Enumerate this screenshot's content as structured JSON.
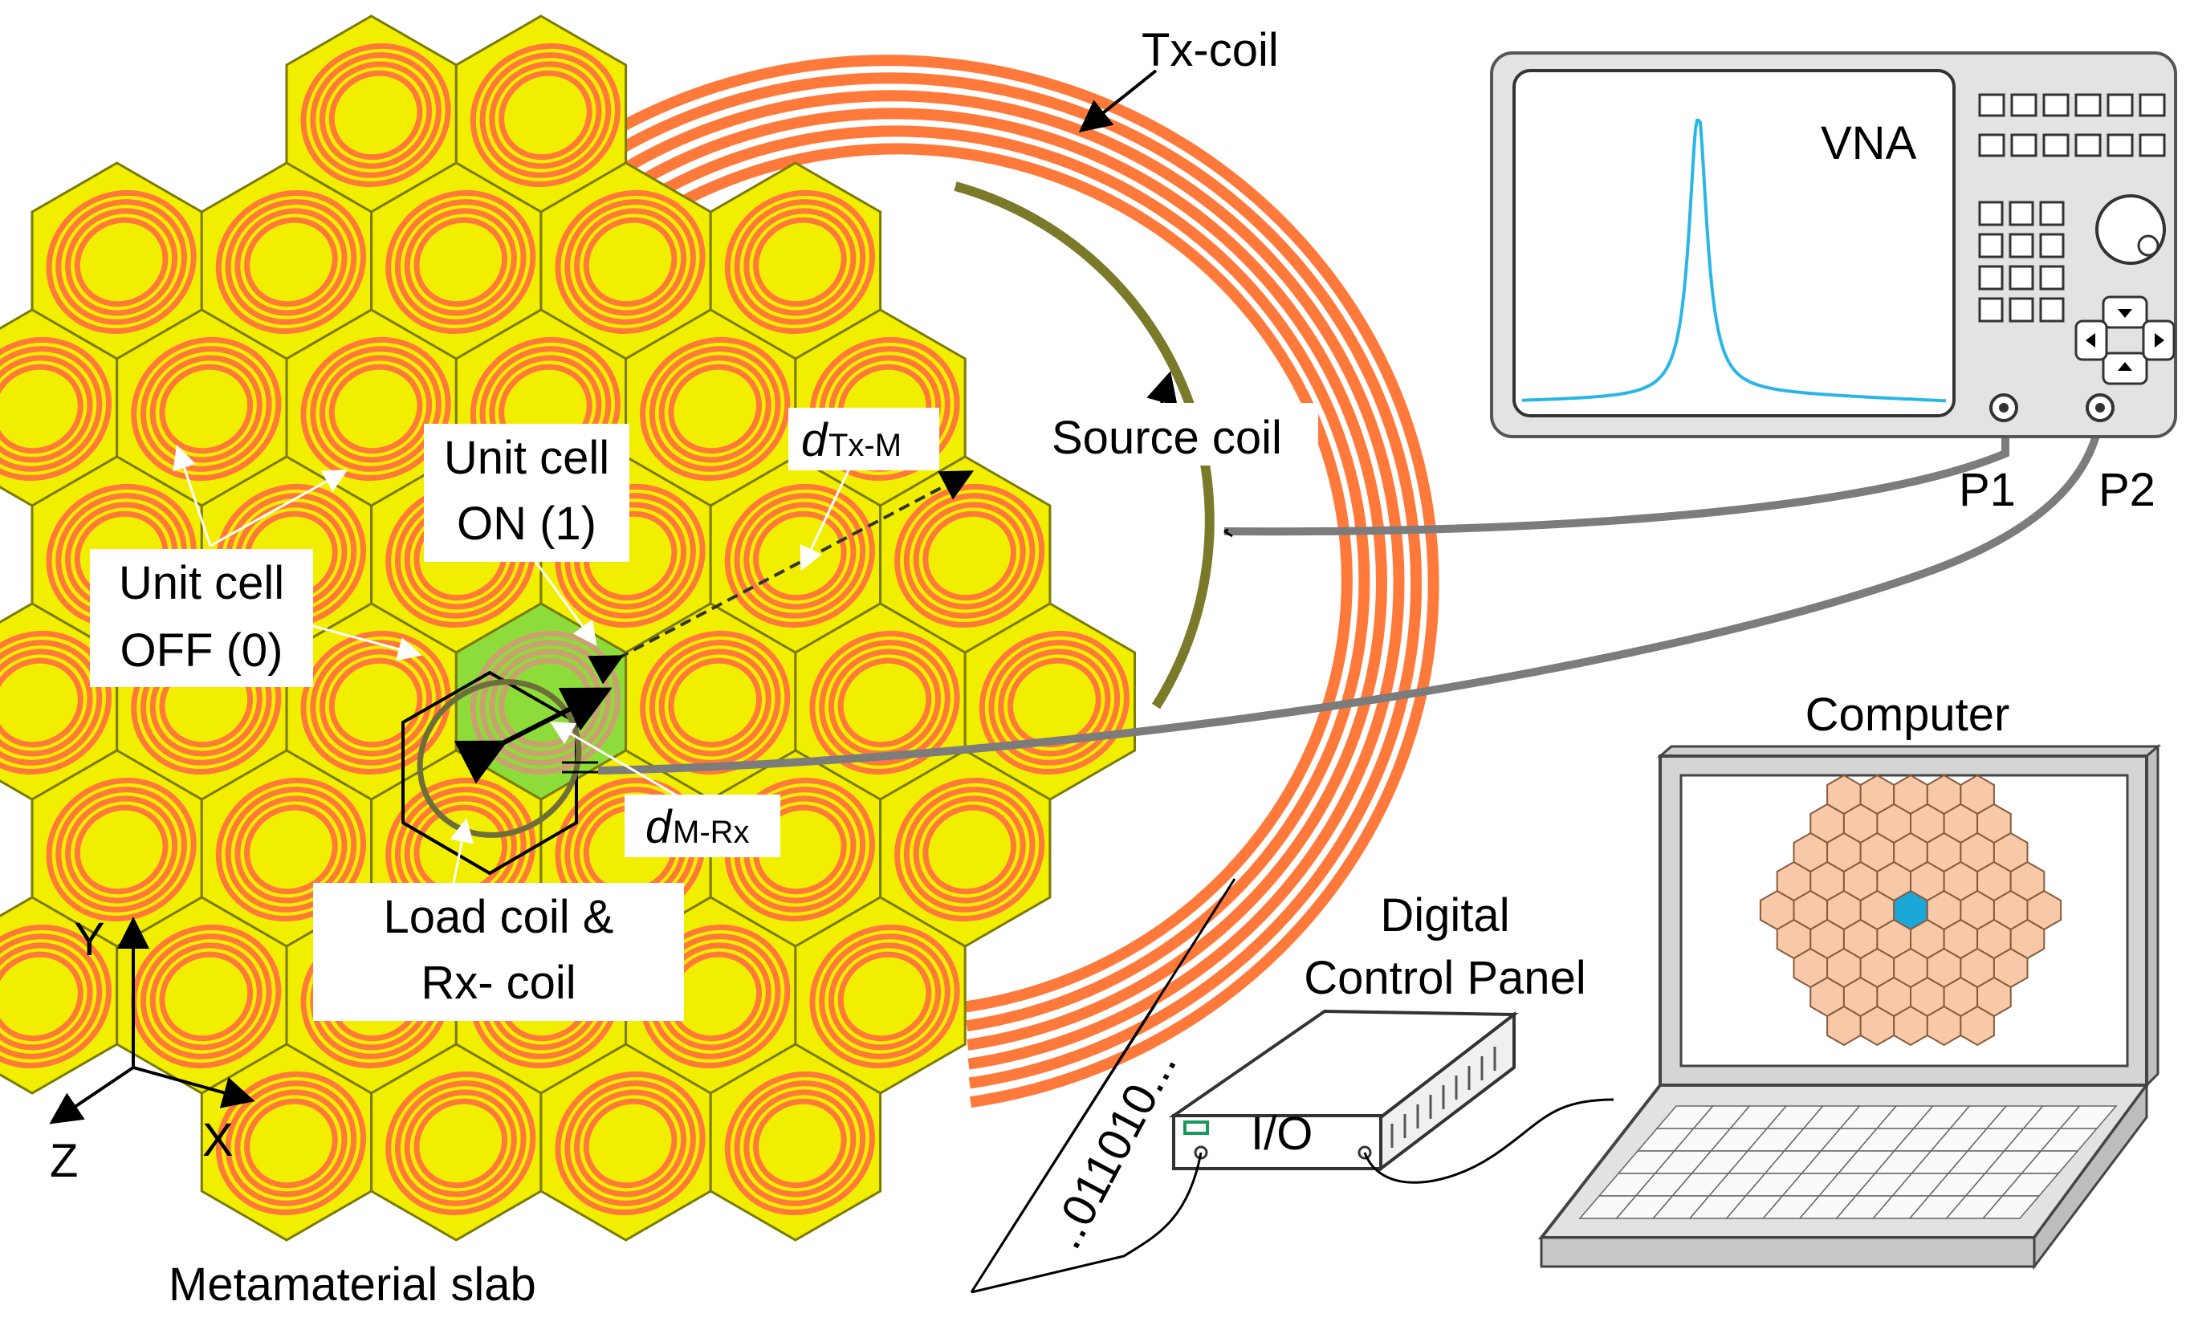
{
  "labels": {
    "tx_coil": "Tx-coil",
    "vna": "VNA",
    "source_coil": "Source coil",
    "d_tx_m_main": "d",
    "d_tx_m_sub": "Tx-M",
    "unit_cell_on_line1": "Unit cell",
    "unit_cell_on_line2": "ON (1)",
    "unit_cell_off_line1": "Unit cell",
    "unit_cell_off_line2": "OFF (0)",
    "port1": "P1",
    "port2": "P2",
    "d_m_rx_main": "d",
    "d_m_rx_sub": "M-Rx",
    "computer": "Computer",
    "load_coil_line1": "Load coil &",
    "load_coil_line2": "Rx- coil",
    "digital_line1": "Digital",
    "digital_line2": "Control Panel",
    "io": "I/O",
    "bitstream": "..011010...",
    "axis_y": "Y",
    "axis_x": "X",
    "axis_z": "Z",
    "slab": "Metamaterial slab"
  },
  "colors": {
    "cell_fill": "#f2ee00",
    "cell_border": "#7a7a00",
    "coil_orange": "#ff7a3a",
    "cell_on_fill": "#8edc3a",
    "source_coil": "#7a7a2a",
    "vna_body": "#e3e3e3",
    "trace": "#29b6e6",
    "cable": "#808080",
    "screen_cell": "#f7c9a8",
    "screen_cell_on": "#1ba7d8"
  },
  "icons": {
    "vna": "vna-instrument-icon",
    "computer": "laptop-icon",
    "control_panel": "digital-control-box-icon"
  }
}
